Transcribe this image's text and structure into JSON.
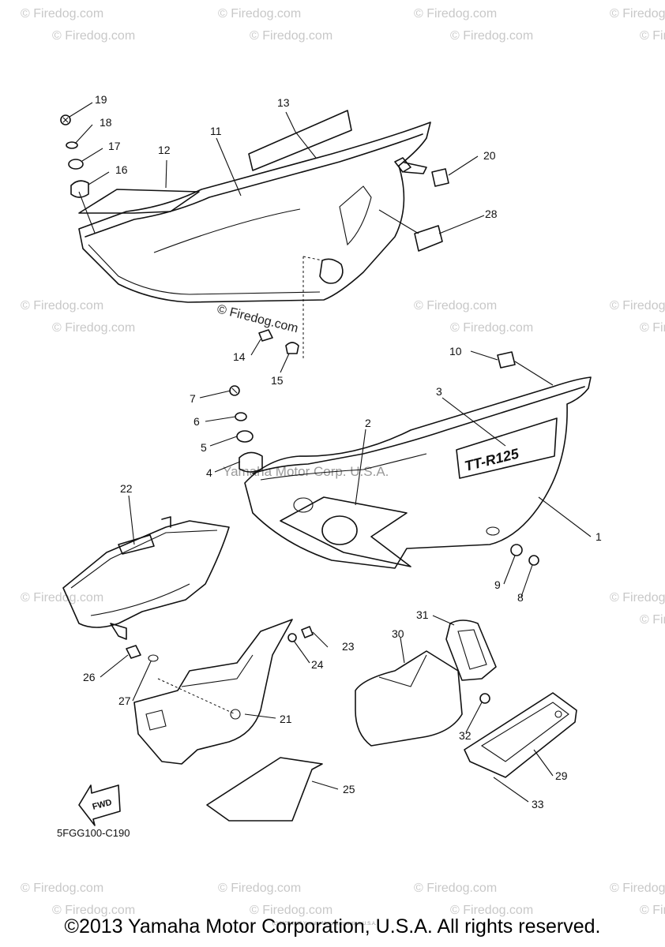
{
  "watermark": {
    "text": "© Firedog.com",
    "inline_text": "Yamaha Motor Corp. U.S.A."
  },
  "diagram_code": "5FGG100-C190",
  "fwd_label": "FWD",
  "decal_text": "TT-R125",
  "fine_print": "(c) 2005-2015 Yamaha Motor Corporation, U.S.A.",
  "copyright": "©2013 Yamaha Motor Corporation, U.S.A. All rights reserved.",
  "callouts": [
    "1",
    "2",
    "3",
    "4",
    "5",
    "6",
    "7",
    "8",
    "9",
    "10",
    "11",
    "12",
    "13",
    "14",
    "15",
    "16",
    "17",
    "18",
    "19",
    "20",
    "21",
    "22",
    "23",
    "24",
    "25",
    "26",
    "27",
    "28",
    "29",
    "30",
    "31",
    "32",
    "33"
  ]
}
